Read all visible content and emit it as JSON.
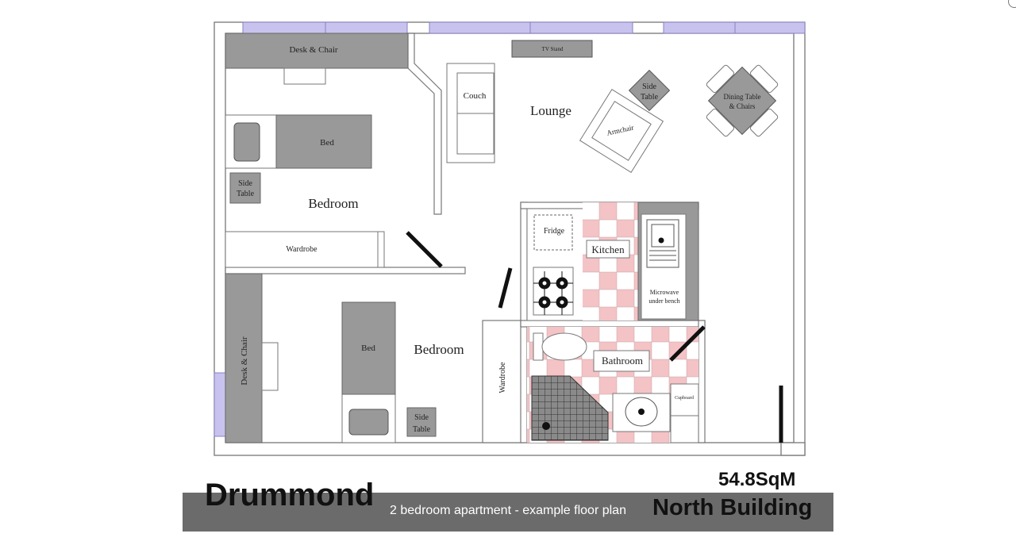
{
  "plan": {
    "name": "Drummond",
    "area": "54.8SqM",
    "building": "North Building",
    "caption": "2 bedroom apartment - example floor plan"
  },
  "rooms": {
    "lounge": "Lounge",
    "bedroom_top": "Bedroom",
    "bedroom_bottom": "Bedroom",
    "kitchen": "Kitchen",
    "bathroom": "Bathroom"
  },
  "furniture": {
    "desk_chair_top": "Desk & Chair",
    "desk_chair_left": "Desk & Chair",
    "tv_stand": "TV Stand",
    "couch": "Couch",
    "side_table_lounge_1": "Side",
    "side_table_lounge_2": "Table",
    "armchair": "Armchair",
    "dining_1": "Dining Table",
    "dining_2": "& Chairs",
    "bed_top": "Bed",
    "bed_bottom": "Bed",
    "side_table_top_1": "Side",
    "side_table_top_2": "Table",
    "side_table_bottom_1": "Side",
    "side_table_bottom_2": "Table",
    "wardrobe_top": "Wardrobe",
    "wardrobe_bottom": "Wardrobe",
    "fridge": "Fridge",
    "microwave_1": "Microwave",
    "microwave_2": "under bench",
    "cupboard": "Cupboard"
  },
  "colors": {
    "furniture": "#999999",
    "window": "#c8c3ee",
    "tile_pink": "#f4c3c6",
    "wall": "#777777"
  }
}
